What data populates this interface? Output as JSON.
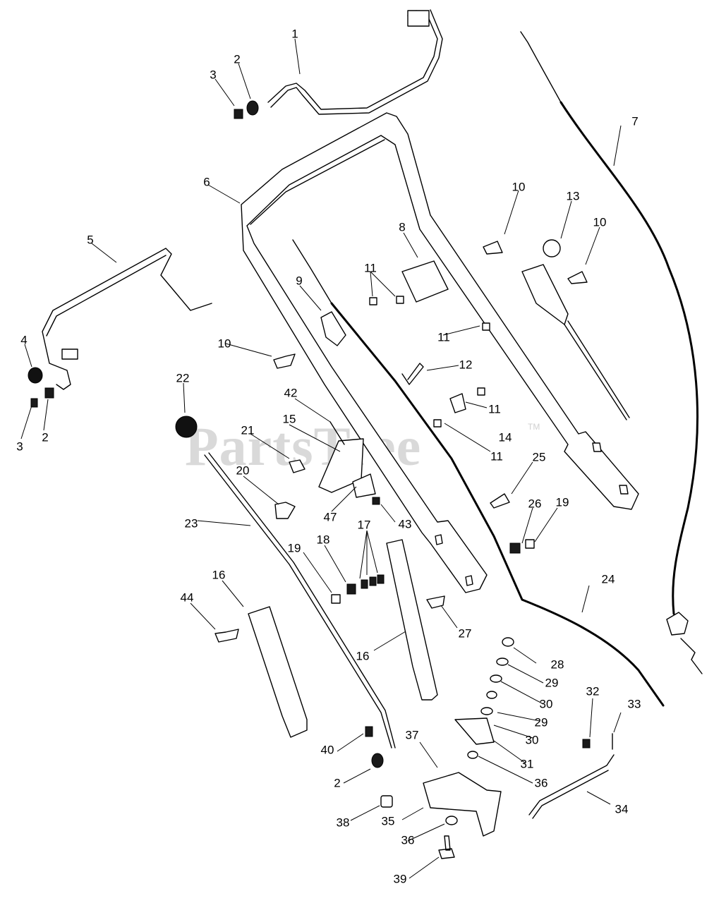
{
  "watermark": {
    "text": "PartsTree",
    "trademark": "TM"
  },
  "callouts": [
    "1",
    "2",
    "3",
    "6",
    "7",
    "10",
    "13",
    "8",
    "10",
    "5",
    "11",
    "9",
    "11",
    "4",
    "10",
    "12",
    "22",
    "42",
    "11",
    "15",
    "14",
    "21",
    "11",
    "25",
    "20",
    "47",
    "43",
    "26",
    "19",
    "23",
    "17",
    "18",
    "19",
    "24",
    "16",
    "44",
    "27",
    "16",
    "28",
    "29",
    "30",
    "32",
    "33",
    "29",
    "30",
    "31",
    "37",
    "40",
    "36",
    "34",
    "2",
    "35",
    "36",
    "38",
    "39",
    "2",
    "3"
  ]
}
